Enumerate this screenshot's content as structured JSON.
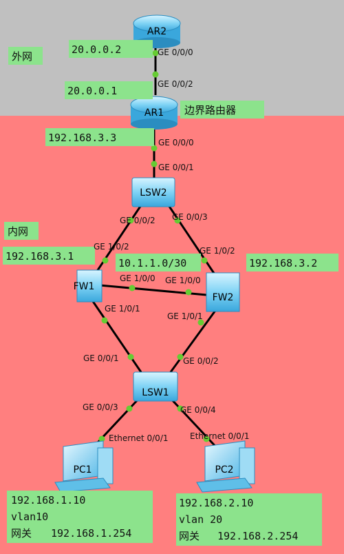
{
  "zones": {
    "outer": "外网",
    "inner": "内网",
    "border": "边界路由器"
  },
  "devices": {
    "ar2": "AR2",
    "ar1": "AR1",
    "lsw2": "LSW2",
    "fw1": "FW1",
    "fw2": "FW2",
    "lsw1": "LSW1",
    "pc1": "PC1",
    "pc2": "PC2"
  },
  "ips": {
    "ar2": "20.0.0.2",
    "ar1_wan": "20.0.0.1",
    "ar1_lan": "192.168.3.3",
    "fw1": "192.168.3.1",
    "fw2": "192.168.3.2",
    "fw_link": "10.1.1.0/30"
  },
  "ports": {
    "ar2_g000": "GE 0/0/0",
    "ar1_g002": "GE 0/0/2",
    "ar1_g000": "GE 0/0/0",
    "lsw2_g001": "GE 0/0/1",
    "lsw2_g002": "GE 0/0/2",
    "lsw2_g003": "GE 0/0/3",
    "fw1_g102": "GE 1/0/2",
    "fw2_g102": "GE 1/0/2",
    "fw1_g100": "GE 1/0/0",
    "fw2_g100": "GE 1/0/0",
    "fw1_g101": "GE 1/0/1",
    "fw2_g101": "GE 1/0/1",
    "lsw1_g001": "GE 0/0/1",
    "lsw1_g002": "GE 0/0/2",
    "lsw1_g003": "GE 0/0/3",
    "lsw1_g004": "GE 0/0/4",
    "pc1_eth": "Ethernet 0/0/1",
    "pc2_eth": "Ethernet 0/0/1"
  },
  "pcs": {
    "pc1": {
      "ip": "192.168.1.10",
      "vlan": "vlan10",
      "gw_label": "网关",
      "gw": "192.168.1.254"
    },
    "pc2": {
      "ip": "192.168.2.10",
      "vlan": "vlan 20",
      "gw_label": "网关",
      "gw": "192.168.2.254"
    }
  },
  "colors": {
    "outer_bg": "#c0c0c0",
    "inner_bg": "#ff7f7f",
    "label_bg": "#8ce38c",
    "link": "#000000",
    "link_dot": "#66cc33",
    "device": "#7fd3f5"
  }
}
